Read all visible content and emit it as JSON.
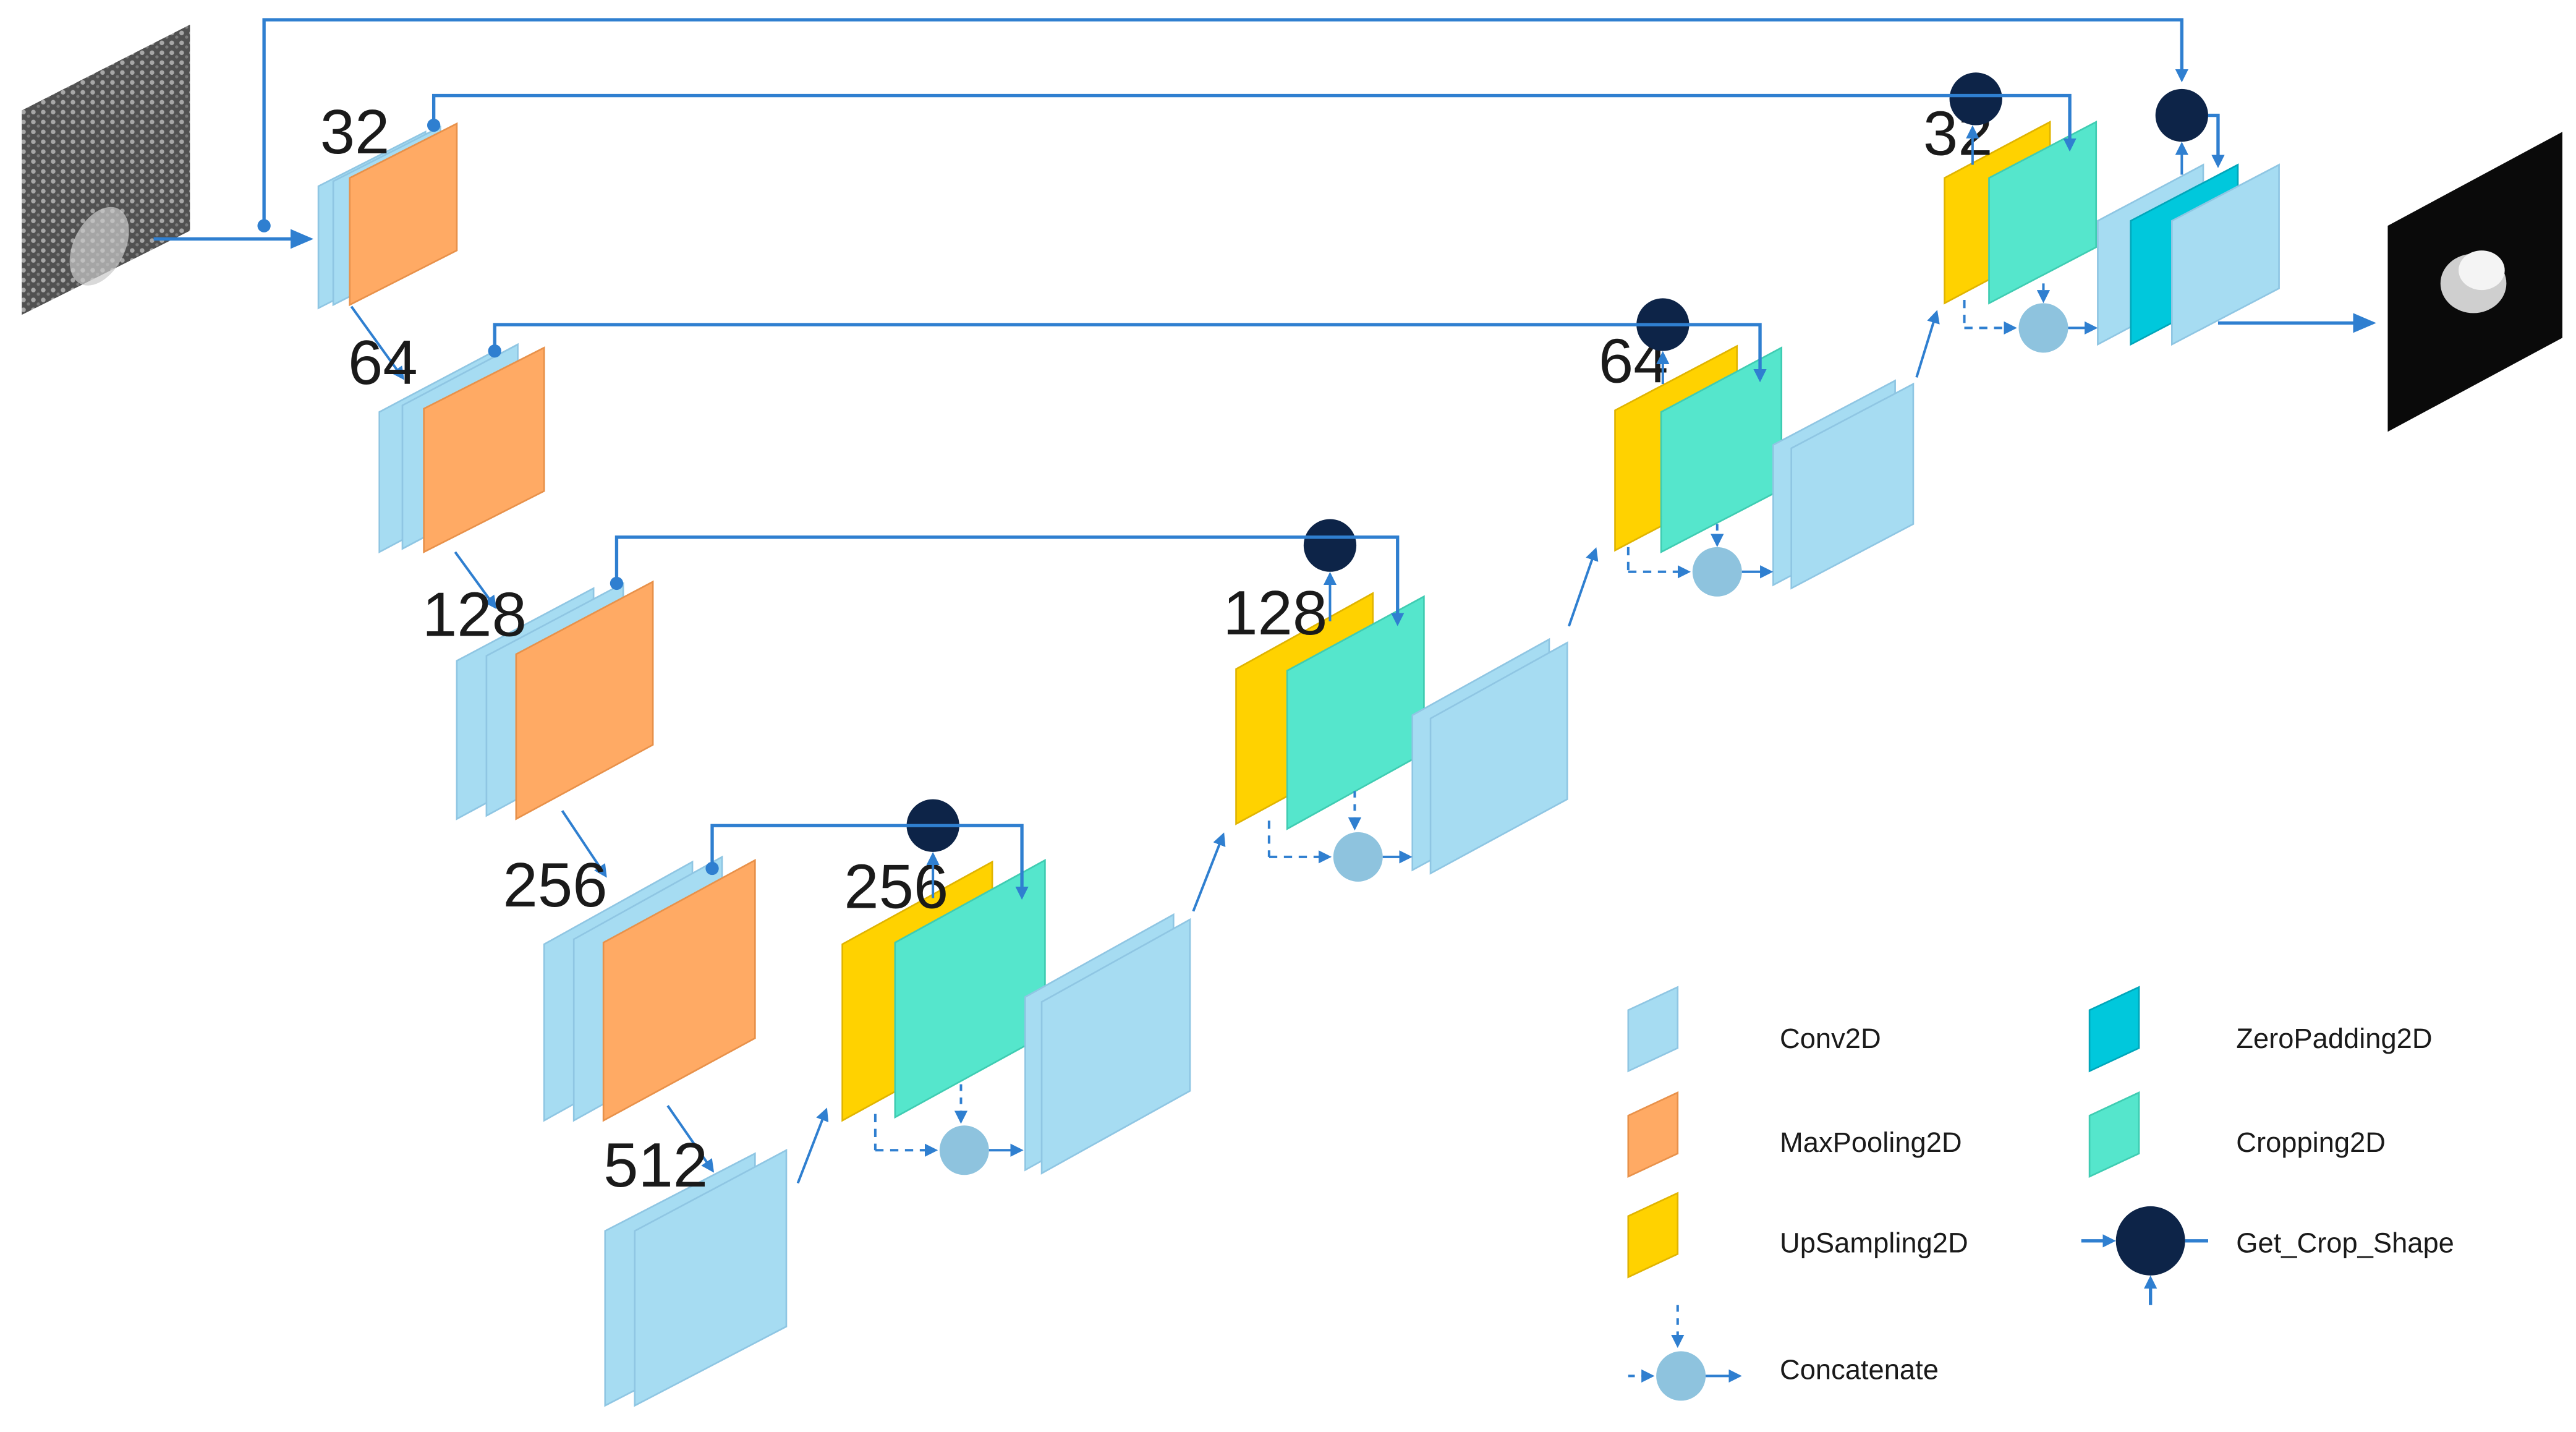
{
  "title": "",
  "colors": {
    "conv": "#A6DCF2",
    "conv_stroke": "#8FC6E3",
    "maxpool": "#FFAA64",
    "maxpool_stroke": "#E8914A",
    "upsample": "#FFD200",
    "upsample_stroke": "#E0B400",
    "crop": "#55E6CC",
    "crop_stroke": "#3FCCB2",
    "zeropad": "#00C8DC",
    "zeropad_stroke": "#00A6BA",
    "concat": "#8EC3DE",
    "getcrop": "#0D2448",
    "arrow": "#2F7FD0"
  },
  "blocks": {
    "enc1": "32",
    "enc2": "64",
    "enc3": "128",
    "enc4": "256",
    "bottleneck": "512",
    "dec4": "256",
    "dec3": "128",
    "dec2": "64",
    "dec1": "32"
  },
  "legend": {
    "conv2d": "Conv2D",
    "maxpooling2d": "MaxPooling2D",
    "upsampling2d": "UpSampling2D",
    "concatenate": "Concatenate",
    "zeropadding2d": "ZeroPadding2D",
    "cropping2d": "Cropping2D",
    "get_crop_shape": "Get_Crop_Shape"
  },
  "icons": {
    "input": "mri-scan-image-icon",
    "output": "segmentation-mask-image-icon"
  }
}
